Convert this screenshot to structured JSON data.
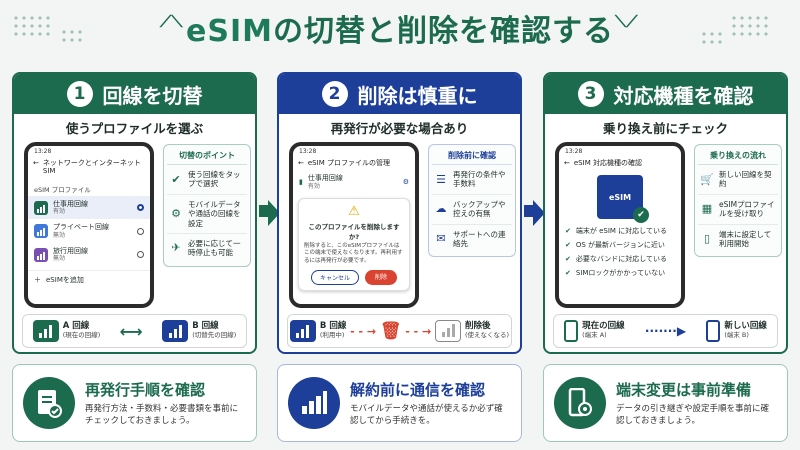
{
  "header": {
    "title_prefix": "eSIM",
    "title_rest": "の切替と削除を確認する"
  },
  "steps": [
    {
      "number": "1",
      "title": "回線を切替",
      "subtitle": "使うプロファイルを選ぶ",
      "phone": {
        "time": "13:28",
        "header": "ネットワークとインターネット",
        "header2": "SIM",
        "section": "eSIM プロファイル",
        "rows": [
          {
            "name": "仕事用回線",
            "status": "有効",
            "color": "#1d6b4f",
            "selected": true
          },
          {
            "name": "プライベート回線",
            "status": "無効",
            "color": "#3f78d8",
            "selected": false
          },
          {
            "name": "旅行用回線",
            "status": "無効",
            "color": "#7a4fb3",
            "selected": false
          }
        ],
        "add": "eSIMを追加"
      },
      "side": {
        "title": "切替のポイント",
        "items": [
          {
            "icon": "check-icon",
            "text": "使う回線をタップで選択"
          },
          {
            "icon": "settings-icon",
            "text": "モバイルデータや通話の回線を設定"
          },
          {
            "icon": "airplane-icon",
            "text": "必要に応じて一時停止も可能"
          }
        ]
      },
      "strip": {
        "left": "A 回線",
        "left_sub": "(現在の回線)",
        "right": "B 回線",
        "right_sub": "(切替先の回線)"
      }
    },
    {
      "number": "2",
      "title": "削除は慎重に",
      "subtitle": "再発行が必要な場合あり",
      "phone": {
        "time": "13:28",
        "header": "eSIM プロファイルの管理",
        "rows": [
          {
            "name": "仕事用回線",
            "status": "有効"
          }
        ],
        "dialog_title": "このプロファイルを削除しますか?",
        "dialog_body": "削除すると、このeSIMプロファイルはこの端末で使えなくなります。再利用するには再発行が必要です。",
        "cancel": "キャンセル",
        "delete": "削除"
      },
      "side": {
        "title": "削除前に確認",
        "items": [
          {
            "icon": "document-icon",
            "text": "再発行の条件や手数料"
          },
          {
            "icon": "cloud-download-icon",
            "text": "バックアップや控えの有無"
          },
          {
            "icon": "chat-icon",
            "text": "サポートへの連絡先"
          }
        ]
      },
      "strip": {
        "left": "B 回線",
        "left_sub": "(利用中)",
        "right": "削除後",
        "right_sub": "(使えなくなる)"
      }
    },
    {
      "number": "3",
      "title": "対応機種を確認",
      "subtitle": "乗り換え前にチェック",
      "phone": {
        "time": "13:28",
        "header": "eSIM 対応機種の確認",
        "chip": "eSIM",
        "checks": [
          "端末が eSIM に対応している",
          "OS が最新バージョンに近い",
          "必要なバンドに対応している",
          "SIMロックがかかっていない"
        ]
      },
      "side": {
        "title": "乗り換えの流れ",
        "items": [
          {
            "icon": "cart-icon",
            "text": "新しい回線を契約"
          },
          {
            "icon": "qr-icon",
            "text": "eSIMプロファイルを受け取り"
          },
          {
            "icon": "phone-check-icon",
            "text": "端末に設定して利用開始"
          }
        ]
      },
      "strip": {
        "left": "現在の回線",
        "left_sub": "(端末 A)",
        "right": "新しい回線",
        "right_sub": "(端末 B)"
      }
    }
  ],
  "cards": [
    {
      "title": "再発行手順を確認",
      "body": "再発行方法・手数料・必要書類を事前にチェックしておきましょう。"
    },
    {
      "title": "解約前に通信を確認",
      "body": "モバイルデータや通話が使えるか必ず確認してから手続きを。"
    },
    {
      "title": "端末変更は事前準備",
      "body": "データの引き継ぎや設定手順を事前に確認しておきましょう。"
    }
  ],
  "colors": {
    "green": "#1d6b4f",
    "blue": "#1d3f9a",
    "red": "#d9432f"
  }
}
